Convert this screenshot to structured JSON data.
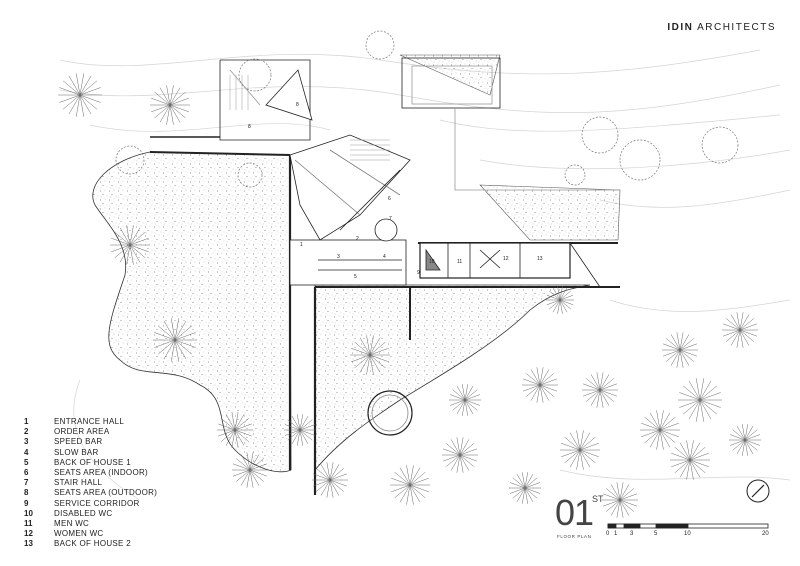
{
  "brand": {
    "name": "IDIN",
    "suffix": "ARCHITECTS"
  },
  "sheet": {
    "number": "01",
    "ordinal": "ST",
    "label": "FLOOR PLAN"
  },
  "legend": [
    {
      "num": "1",
      "label": "ENTRANCE HALL"
    },
    {
      "num": "2",
      "label": "ORDER AREA"
    },
    {
      "num": "3",
      "label": "SPEED BAR"
    },
    {
      "num": "4",
      "label": "SLOW BAR"
    },
    {
      "num": "5",
      "label": "BACK OF HOUSE 1"
    },
    {
      "num": "6",
      "label": "SEATS AREA (INDOOR)"
    },
    {
      "num": "7",
      "label": "STAIR HALL"
    },
    {
      "num": "8",
      "label": "SEATS AREA (OUTDOOR)"
    },
    {
      "num": "9",
      "label": "SERVICE CORRIDOR"
    },
    {
      "num": "10",
      "label": "DISABLED WC"
    },
    {
      "num": "11",
      "label": "MEN WC"
    },
    {
      "num": "12",
      "label": "WOMEN WC"
    },
    {
      "num": "13",
      "label": "BACK OF HOUSE 2"
    }
  ],
  "scale_bar": {
    "ticks": [
      "0",
      "1",
      "3",
      "5",
      "10",
      "20"
    ]
  },
  "plan_labels": [
    "1",
    "2",
    "3",
    "4",
    "5",
    "6",
    "7",
    "8",
    "8",
    "9",
    "10",
    "11",
    "12",
    "13"
  ],
  "colors": {
    "line": "#222222",
    "light": "#bbbbbb",
    "stipple": "#555555"
  }
}
